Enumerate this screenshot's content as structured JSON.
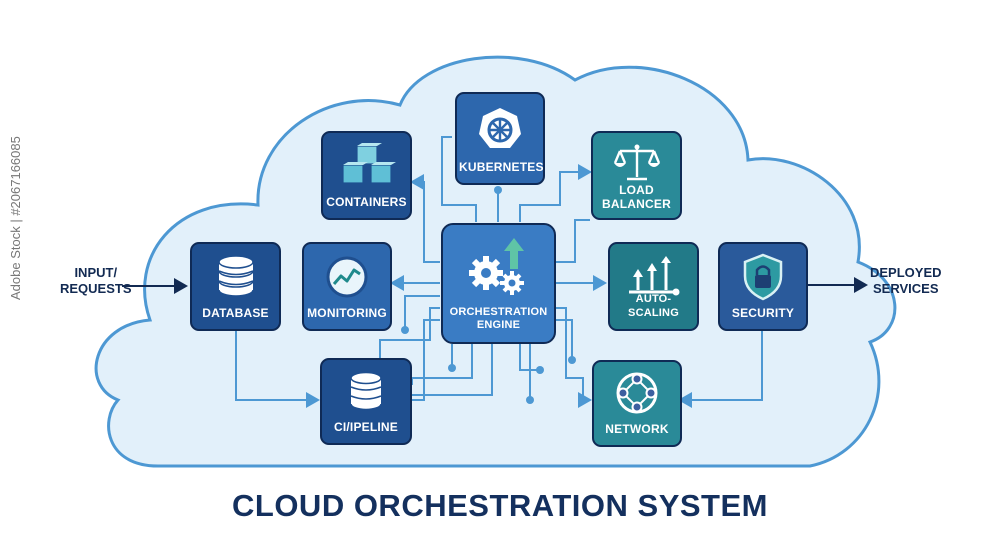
{
  "title": "CLOUD ORCHESTRATION SYSTEM",
  "watermark": "Adobe Stock | #2067166085",
  "external": {
    "input_line1": "INPUT/",
    "input_line2": "REQUESTS",
    "output_line1": "DEPLOYED",
    "output_line2": "SERVICES"
  },
  "nodes": {
    "kubernetes": {
      "label": "KUBERNETES",
      "icon": "helm-wheel-icon"
    },
    "containers": {
      "label": "CONTAINERS",
      "icon": "stacked-cubes-icon"
    },
    "load_balancer": {
      "label1": "LOAD",
      "label2": "BALANCER",
      "icon": "scale-icon"
    },
    "database": {
      "label": "DATABASE",
      "icon": "database-icon"
    },
    "monitoring": {
      "label": "MONITORING",
      "icon": "line-chart-icon"
    },
    "engine": {
      "label1": "ORCHESTRATION",
      "label2": "ENGINE",
      "icon": "gears-icon"
    },
    "auto_scaling": {
      "label": "AUTO-SCALING",
      "icon": "growth-arrows-icon"
    },
    "security": {
      "label": "SECURITY",
      "icon": "shield-lock-icon"
    },
    "pipeline": {
      "label": "CI/IPELINE",
      "icon": "database-icon"
    },
    "network": {
      "label": "NETWORK",
      "icon": "network-nodes-icon"
    }
  },
  "colors": {
    "navy": "#1f4f8f",
    "blue": "#2d67ad",
    "teal": "#2a8a98",
    "cloud_fill": "#e2f0fa",
    "cloud_stroke": "#4d98d3",
    "connector": "#4d98d3",
    "title": "#14305e"
  }
}
